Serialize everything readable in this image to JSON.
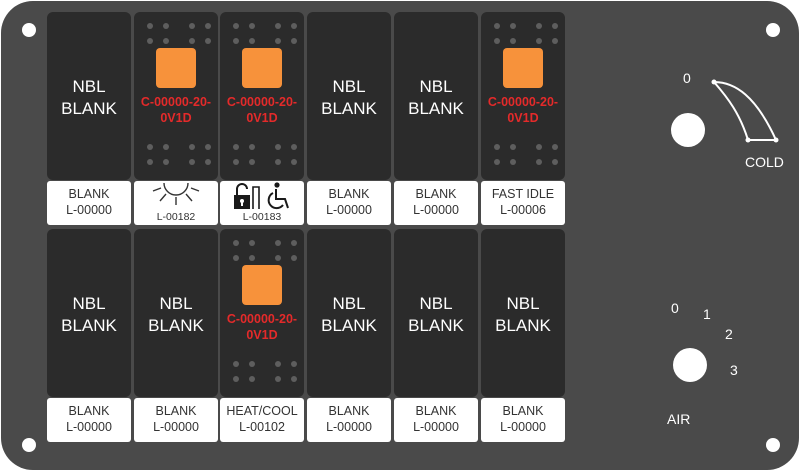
{
  "colors": {
    "panel": "#4a4a4a",
    "switch": "#2b2b2b",
    "led": "#f7923b",
    "part_number": "#e42a2a",
    "label_bg": "#ffffff"
  },
  "switches": [
    {
      "nbl": [
        "NBL",
        "BLANK"
      ],
      "label": [
        "BLANK",
        "L-00000"
      ]
    },
    {
      "led": true,
      "part": [
        "C-00000-20-",
        "0V1D"
      ],
      "icon": "sun-icon",
      "label_code": "L-00182"
    },
    {
      "led": true,
      "part": [
        "C-00000-20-",
        "0V1D"
      ],
      "icon": "lock-accessible-icon",
      "label_code": "L-00183"
    },
    {
      "nbl": [
        "NBL",
        "BLANK"
      ],
      "label": [
        "BLANK",
        "L-00000"
      ]
    },
    {
      "nbl": [
        "NBL",
        "BLANK"
      ],
      "label": [
        "BLANK",
        "L-00000"
      ]
    },
    {
      "led": true,
      "part": [
        "C-00000-20-",
        "0V1D"
      ],
      "label": [
        "FAST IDLE",
        "L-00006"
      ]
    },
    {
      "nbl": [
        "NBL",
        "BLANK"
      ],
      "label": [
        "BLANK",
        "L-00000"
      ]
    },
    {
      "nbl": [
        "NBL",
        "BLANK"
      ],
      "label": [
        "BLANK",
        "L-00000"
      ]
    },
    {
      "led": true,
      "part": [
        "C-00000-20-",
        "0V1D"
      ],
      "label": [
        "HEAT/COOL",
        "L-00102"
      ]
    },
    {
      "nbl": [
        "NBL",
        "BLANK"
      ],
      "label": [
        "BLANK",
        "L-00000"
      ]
    },
    {
      "nbl": [
        "NBL",
        "BLANK"
      ],
      "label": [
        "BLANK",
        "L-00000"
      ]
    },
    {
      "nbl": [
        "NBL",
        "BLANK"
      ],
      "label": [
        "BLANK",
        "L-00000"
      ]
    }
  ],
  "temp_control": {
    "zero": "0",
    "cold": "COLD"
  },
  "air_control": {
    "positions": [
      "0",
      "1",
      "2",
      "3"
    ],
    "label": "AIR"
  }
}
